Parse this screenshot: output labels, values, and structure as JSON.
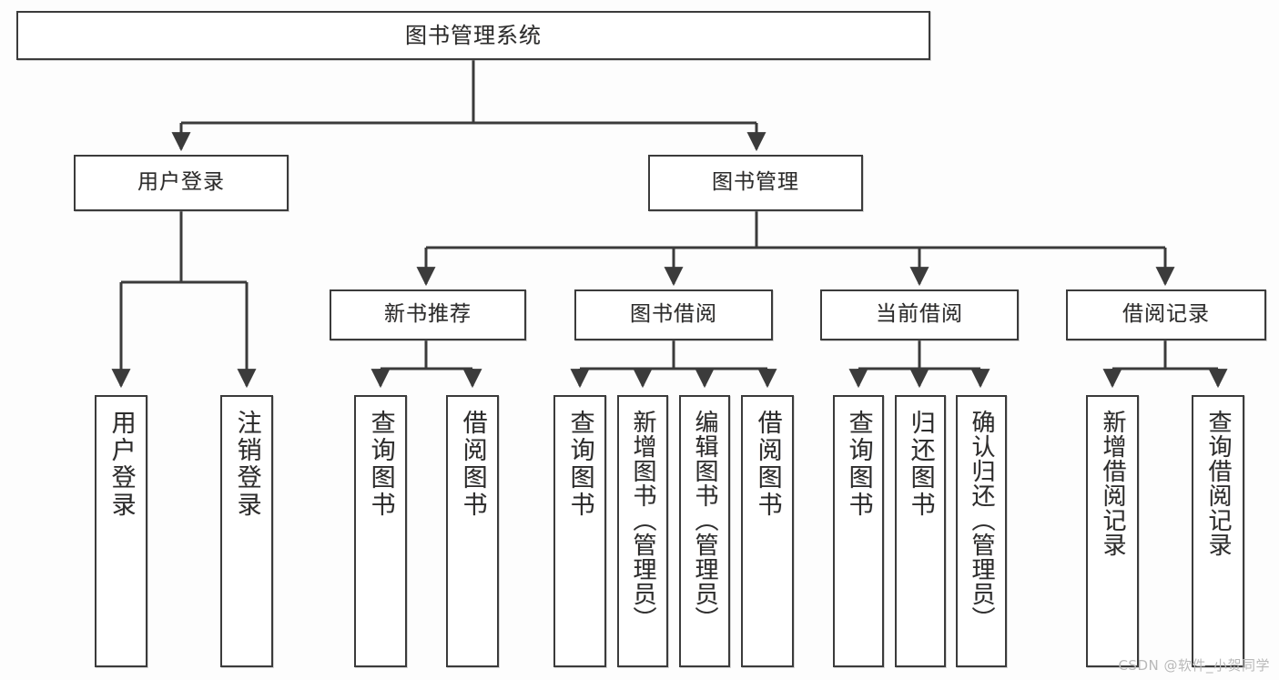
{
  "diagram": {
    "title": "图书管理系统",
    "type": "tree",
    "colors": {
      "line": "#3b3b3b",
      "box_fill": "#ffffff",
      "text": "#2c2c2c",
      "background": "#fdfdfd",
      "watermark": "#b9b9b9"
    },
    "root": {
      "label": "图书管理系统"
    },
    "level2": [
      {
        "label": "用户登录"
      },
      {
        "label": "图书管理"
      }
    ],
    "level3": [
      {
        "label": "新书推荐"
      },
      {
        "label": "图书借阅"
      },
      {
        "label": "当前借阅"
      },
      {
        "label": "借阅记录"
      }
    ],
    "leaves": {
      "user_login": [
        {
          "label": "用户登录"
        },
        {
          "label": "注销登录"
        }
      ],
      "new_book_recommend": [
        {
          "label": "查询图书"
        },
        {
          "label": "借阅图书"
        }
      ],
      "book_borrow": [
        {
          "label": "查询图书"
        },
        {
          "label": "新增图书（管理员）"
        },
        {
          "label": "编辑图书（管理员）"
        },
        {
          "label": "借阅图书"
        }
      ],
      "current_borrow": [
        {
          "label": "查询图书"
        },
        {
          "label": "归还图书"
        },
        {
          "label": "确认归还（管理员）"
        }
      ],
      "borrow_record": [
        {
          "label": "新增借阅记录"
        },
        {
          "label": "查询借阅记录"
        }
      ]
    }
  },
  "watermark": {
    "text": "CSDN @软件_小贺同学"
  }
}
